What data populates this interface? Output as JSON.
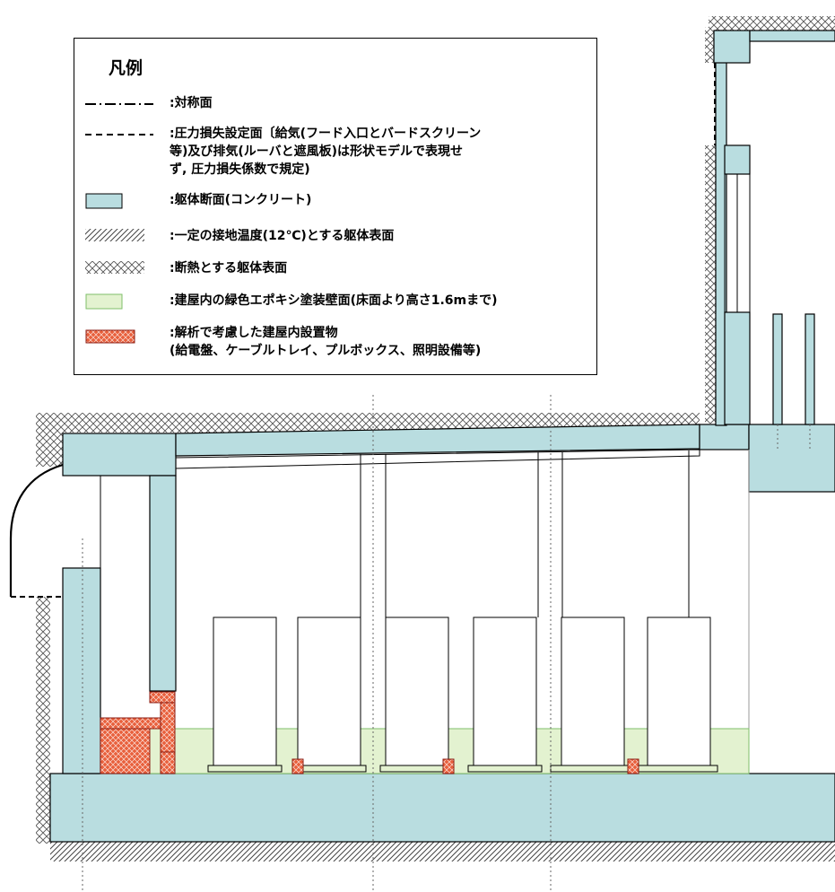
{
  "legend": {
    "title": "凡例",
    "items": [
      {
        "symbol": "dash-dot-line-icon",
        "text": ":対称面"
      },
      {
        "symbol": "dashed-line-icon",
        "text": ":圧力損失設定面〔給気(フード入口とバードスクリーン\n等)及び排気(ルーバと遮風板)は形状モデルで表現せ\nず, 圧力損失係数で規定)"
      },
      {
        "symbol": "concrete-swatch-icon",
        "text": ":躯体断面(コンクリート)"
      },
      {
        "symbol": "hatched-swatch-icon",
        "text": ":一定の接地温度(12℃)とする躯体表面"
      },
      {
        "symbol": "crosshatch-swatch-icon",
        "text": ":断熱とする躯体表面"
      },
      {
        "symbol": "green-swatch-icon",
        "text": ":建屋内の緑色エポキシ塗装壁面(床面より高さ1.6mまで)"
      },
      {
        "symbol": "red-swatch-icon",
        "text": ":解析で考慮した建屋内設置物\n(給電盤、ケーブルトレイ、プルボックス、照明設備等)"
      }
    ]
  },
  "colors": {
    "concrete": "#b9dde0",
    "epoxy_green": "#e3f2d0",
    "epoxy_border": "#7fbf6a",
    "equipment_red": "#e8603c",
    "line": "#000000"
  }
}
